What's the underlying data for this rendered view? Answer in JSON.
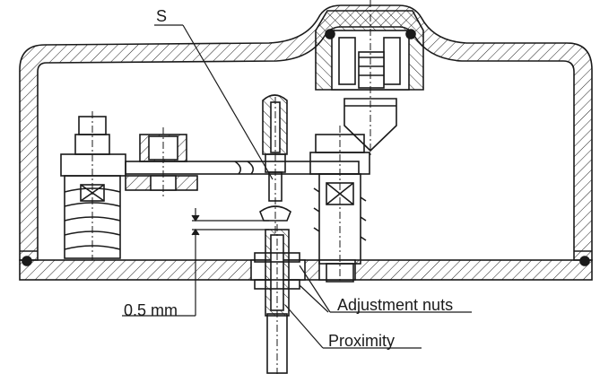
{
  "labels": {
    "s": "S",
    "gap": "0.5 mm",
    "adjustment_nuts": "Adjustment nuts",
    "proximity": "Proximity"
  }
}
